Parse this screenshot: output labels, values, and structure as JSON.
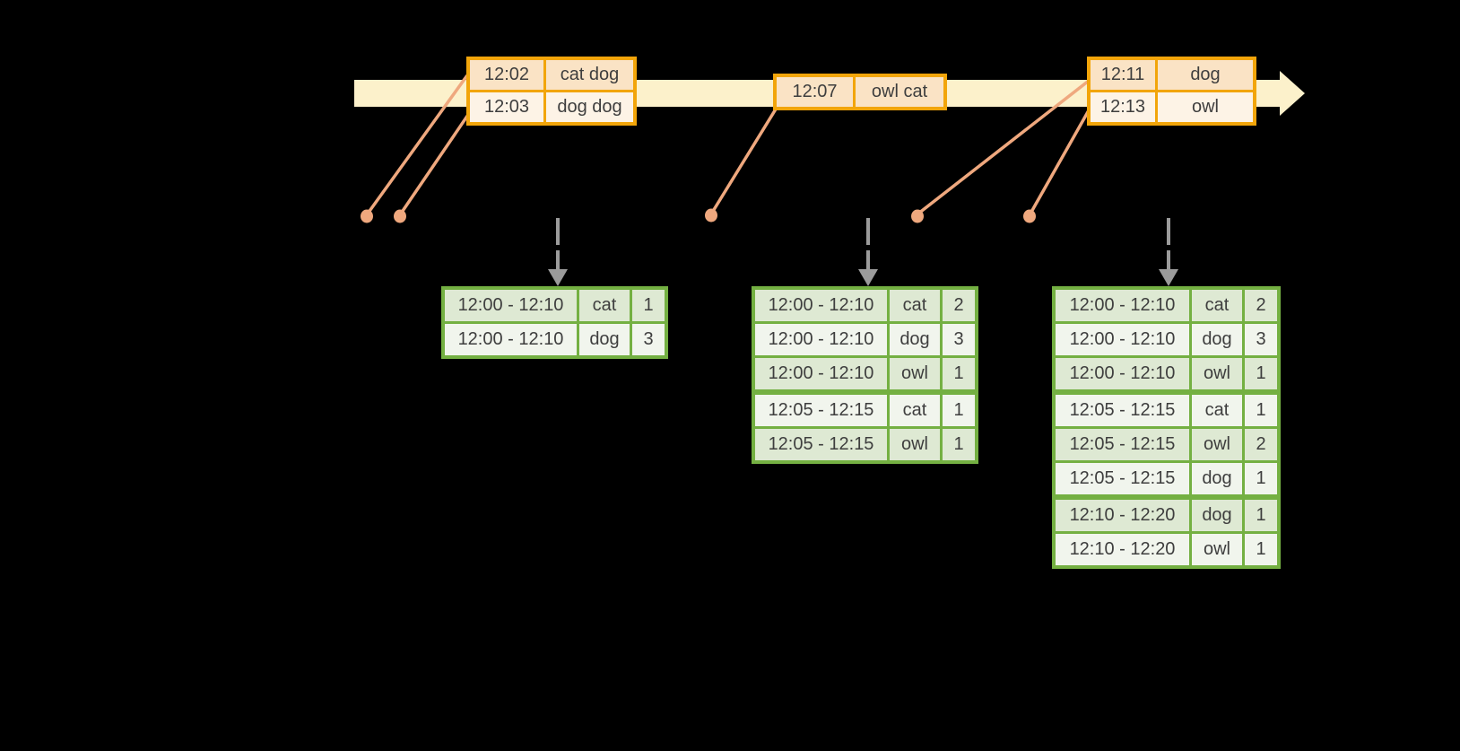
{
  "timeline": {
    "direction": "left-to-right",
    "band_color": "#FCF1CB"
  },
  "input_tables": [
    {
      "rows": [
        {
          "time": "12:02",
          "words": "cat dog"
        },
        {
          "time": "12:03",
          "words": "dog dog"
        }
      ]
    },
    {
      "rows": [
        {
          "time": "12:07",
          "words": "owl cat"
        }
      ]
    },
    {
      "rows": [
        {
          "time": "12:11",
          "words": "dog"
        },
        {
          "time": "12:13",
          "words": "owl"
        }
      ]
    }
  ],
  "result_tables": [
    {
      "group_breaks": [],
      "rows": [
        {
          "window": "12:00 - 12:10",
          "word": "cat",
          "count": "1"
        },
        {
          "window": "12:00 - 12:10",
          "word": "dog",
          "count": "3"
        }
      ]
    },
    {
      "group_breaks": [
        3
      ],
      "rows": [
        {
          "window": "12:00 - 12:10",
          "word": "cat",
          "count": "2"
        },
        {
          "window": "12:00 - 12:10",
          "word": "dog",
          "count": "3"
        },
        {
          "window": "12:00 - 12:10",
          "word": "owl",
          "count": "1"
        },
        {
          "window": "12:05 - 12:15",
          "word": "cat",
          "count": "1"
        },
        {
          "window": "12:05 - 12:15",
          "word": "owl",
          "count": "1"
        }
      ]
    },
    {
      "group_breaks": [
        3,
        6
      ],
      "rows": [
        {
          "window": "12:00 - 12:10",
          "word": "cat",
          "count": "2"
        },
        {
          "window": "12:00 - 12:10",
          "word": "dog",
          "count": "3"
        },
        {
          "window": "12:00 - 12:10",
          "word": "owl",
          "count": "1"
        },
        {
          "window": "12:05 - 12:15",
          "word": "cat",
          "count": "1"
        },
        {
          "window": "12:05 - 12:15",
          "word": "owl",
          "count": "2"
        },
        {
          "window": "12:05 - 12:15",
          "word": "dog",
          "count": "1"
        },
        {
          "window": "12:10 - 12:20",
          "word": "dog",
          "count": "1"
        },
        {
          "window": "12:10 - 12:20",
          "word": "owl",
          "count": "1"
        }
      ]
    }
  ],
  "colors": {
    "background": "#000000",
    "timeline_band": "#FCF1CB",
    "input_border": "#F2A50A",
    "input_row_dark": "#FAE3C5",
    "input_row_light": "#FDF3E6",
    "connector": "#EFA87E",
    "trigger_arrow": "#9B9B9B",
    "result_border": "#74B042",
    "result_row_dark": "#DEE9D3",
    "result_row_light": "#F1F5ED",
    "text": "#3E3E3E"
  }
}
